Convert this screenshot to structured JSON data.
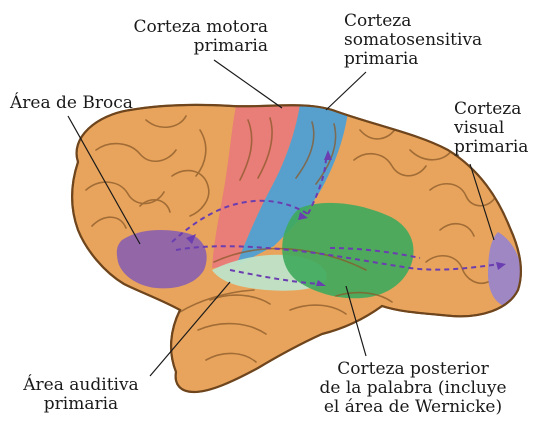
{
  "labels": {
    "motor": {
      "line1": "Corteza motora",
      "line2": "primaria"
    },
    "somato": {
      "line1": "Corteza",
      "line2": "somatosensitiva",
      "line3": "primaria"
    },
    "broca": {
      "line1": "Área de Broca"
    },
    "visual": {
      "line1": "Corteza",
      "line2": "visual",
      "line3": "primaria"
    },
    "auditiva": {
      "line1": "Área auditiva",
      "line2": "primaria"
    },
    "wernicke": {
      "line1": "Corteza posterior",
      "line2": "de la palabra (incluye",
      "line3": "el área de Wernicke)"
    }
  },
  "colors": {
    "cortex": "#e8a45c",
    "motor": "#e87a7a",
    "somatosensory": "#4a9fd8",
    "broca": "#8a5fb0",
    "visual": "#9a86c8",
    "auditory": "#bfe4c8",
    "wernicke": "#3eaa5c",
    "pathway": "#6a3db0"
  }
}
